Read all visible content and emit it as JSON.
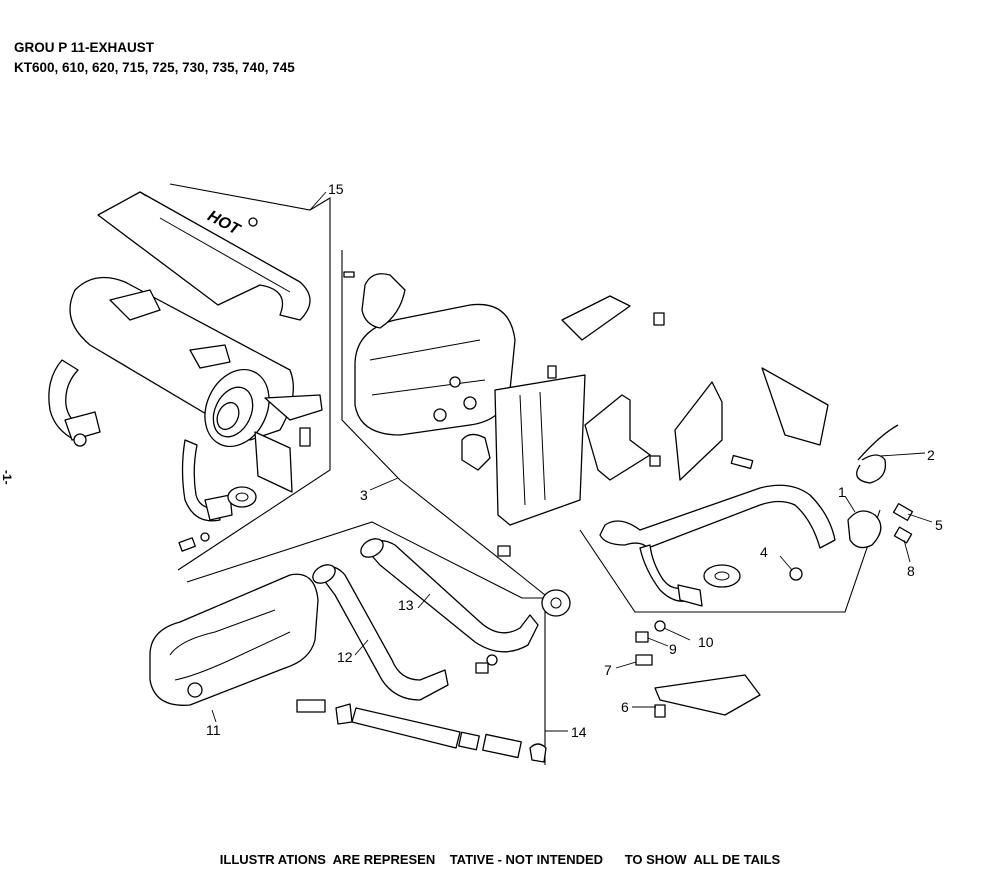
{
  "header": {
    "line1": "GROU P 11-EXHAUST",
    "line2": "KT600, 610, 620, 715, 725, 730, 735, 740, 745"
  },
  "footer": {
    "text": "ILLUSTR ATIONS  ARE REPRESEN    TATIVE - NOT INTENDED      TO SHOW  ALL DE TAILS"
  },
  "heat_shield_label": "HOT",
  "side_mark": "-1-",
  "callouts": [
    "1",
    "2",
    "3",
    "4",
    "5",
    "6",
    "7",
    "8",
    "9",
    "10",
    "11",
    "12",
    "13",
    "14",
    "15"
  ]
}
